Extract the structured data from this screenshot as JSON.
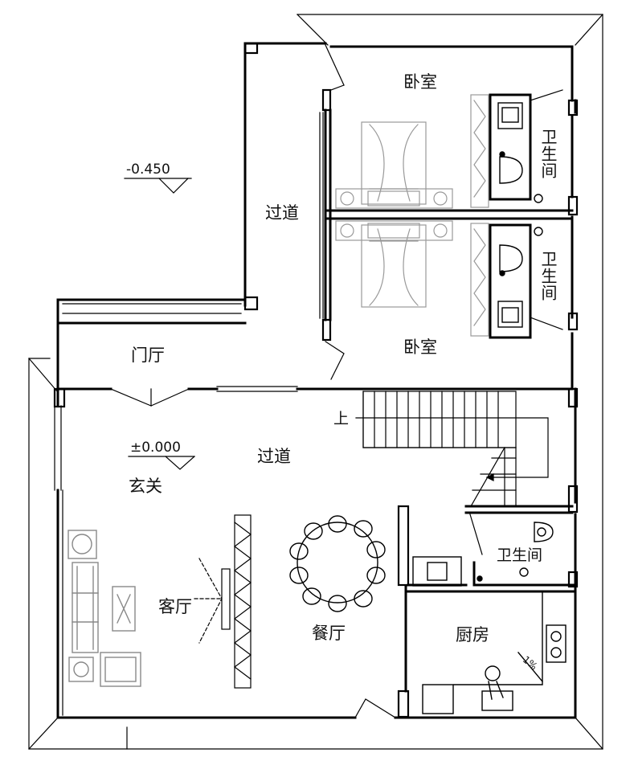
{
  "rooms": {
    "bedroom_upper": "卧室",
    "bedroom_lower": "卧室",
    "bath_upper": "卫生间",
    "bath_lower": "卫生间",
    "bath_right": "卫生间",
    "corridor_upper": "过道",
    "corridor_main": "过道",
    "foyer": "门厅",
    "entrance": "玄关",
    "living_room": "客厅",
    "dining_room": "餐厅",
    "kitchen": "厨房"
  },
  "elevations": {
    "upper": "-0.450",
    "ground": "±0.000"
  },
  "stair_label": "上",
  "kitchen_slope": "1%"
}
